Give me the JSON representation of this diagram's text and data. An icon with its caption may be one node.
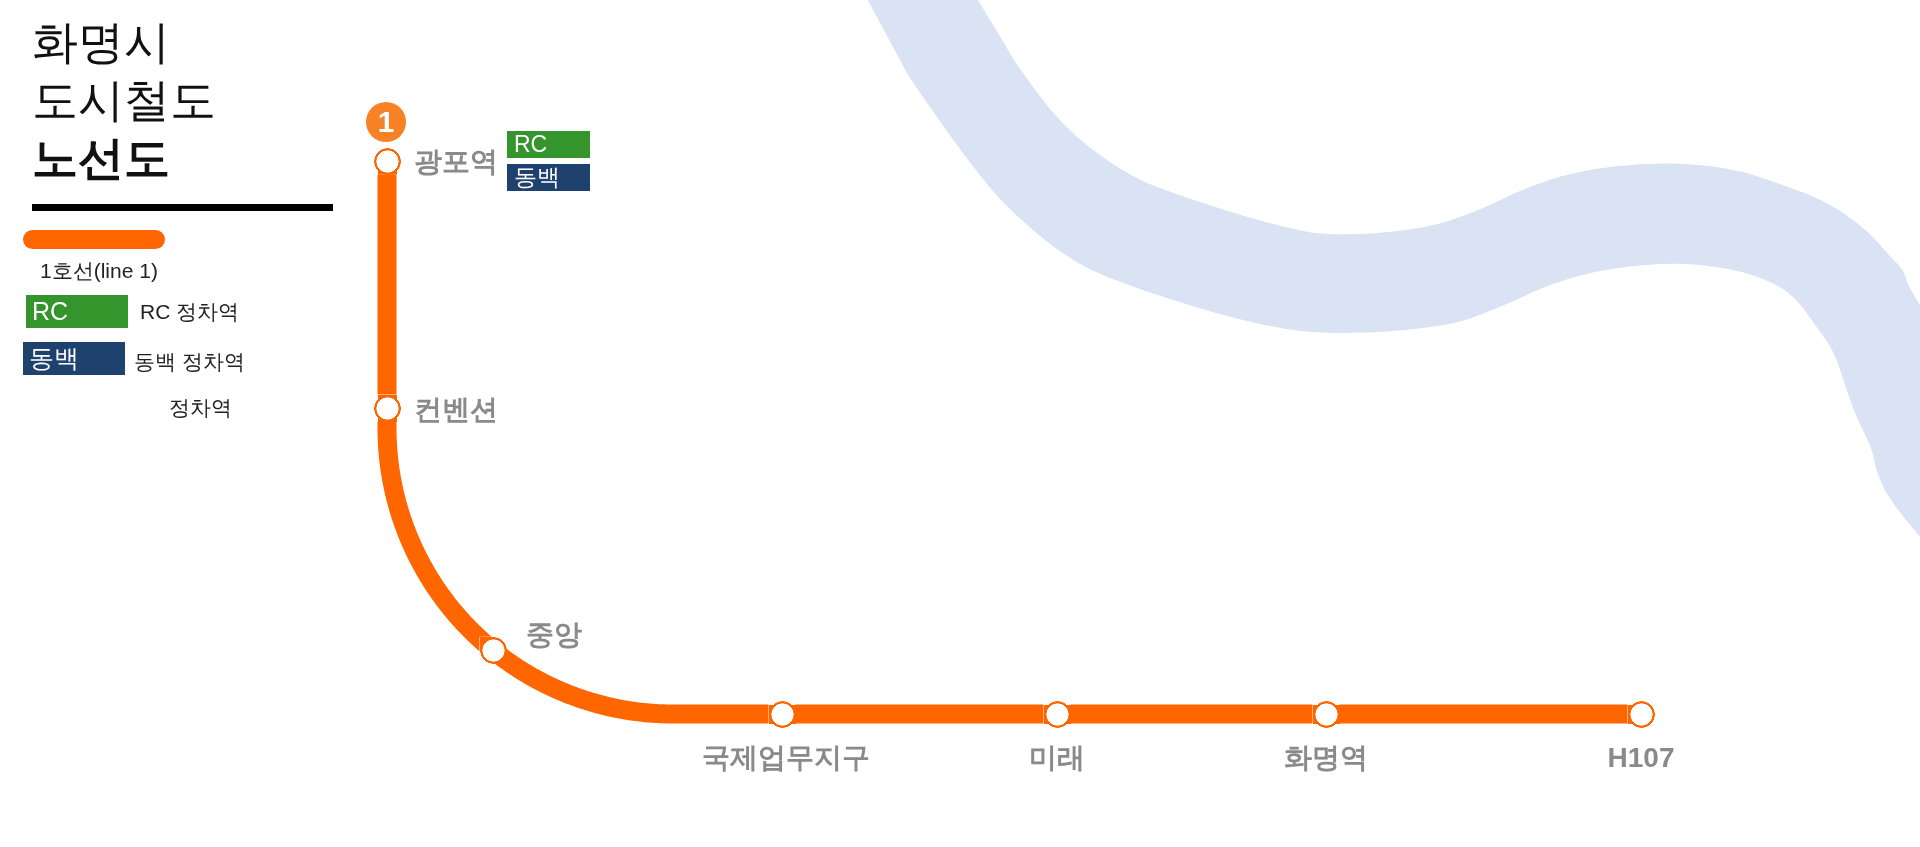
{
  "diagram": {
    "title": "화명시 도시철도 **노선도**",
    "nodes": [
      {
        "text": [
          "1"
        ]
      },
      {
        "text": [],
        "shape": "circle",
        "beside": [
          "광포역"
        ]
      },
      {
        "text": [
          "RC"
        ]
      },
      {
        "text": [
          "동백"
        ]
      },
      {
        "text": [],
        "shape": "circle",
        "beside": [
          "컨벤션"
        ]
      },
      {
        "text": [],
        "shape": "circle",
        "beside": [
          "중앙"
        ]
      },
      {
        "text": [],
        "shape": "circle",
        "beside": [
          "국제업무지구"
        ]
      },
      {
        "text": [],
        "shape": "circle",
        "beside": [
          "미래"
        ]
      },
      {
        "text": [],
        "shape": "circle",
        "beside": [
          "화명역"
        ]
      },
      {
        "text": [],
        "shape": "circle",
        "beside": [
          "H107"
        ]
      }
    ],
    "edges": [
      {
        "from": 1,
        "to": 4,
        "arrow": "none"
      },
      {
        "from": 4,
        "to": 5,
        "arrow": "none"
      },
      {
        "from": 5,
        "to": 6,
        "arrow": "none"
      },
      {
        "from": 6,
        "to": 7,
        "arrow": "none"
      },
      {
        "from": 7,
        "to": 8,
        "arrow": "none"
      },
      {
        "from": 8,
        "to": 9,
        "arrow": "none"
      }
    ],
    "labels": [
      "RC",
      "동백",
      "정차역"
    ],
    "legend": [
      {
        "text": "1호선(line 1)",
        "color": "#ff6600"
      },
      {
        "text": "RC 정차역",
        "color": "#35952d"
      },
      {
        "text": "동백 정차역",
        "color": "#1f416d"
      }
    ]
  }
}
